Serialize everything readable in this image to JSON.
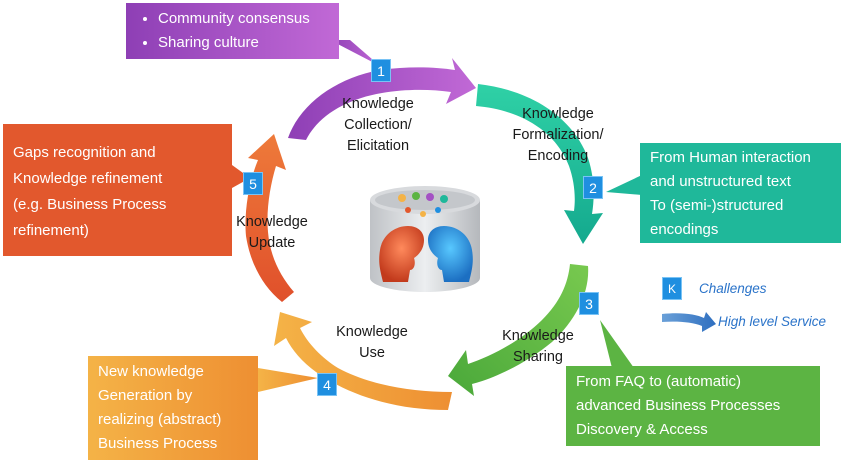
{
  "colors": {
    "purple": "#a451c4",
    "teal": "#1fb89a",
    "green": "#5cb443",
    "orange": "#ef9a3a",
    "red": "#e2582d",
    "badge": "#1f8fe0",
    "legend_text": "#2a73c9"
  },
  "callouts": {
    "purple": {
      "items": [
        "Community consensus",
        "Sharing culture"
      ]
    },
    "teal": {
      "lines": [
        "From Human interaction",
        "and unstructured text",
        "To (semi-)structured",
        "encodings"
      ]
    },
    "green": {
      "lines": [
        "From FAQ to (automatic)",
        "advanced Business Processes",
        "Discovery & Access"
      ]
    },
    "orange": {
      "lines": [
        "New knowledge",
        "Generation by",
        "realizing (abstract)",
        "Business Process"
      ]
    },
    "red": {
      "lines": [
        "Gaps recognition and",
        "Knowledge refinement",
        "(e.g. Business Process",
        "refinement)"
      ]
    }
  },
  "stages": [
    {
      "number": "1",
      "lines": [
        "Knowledge",
        "Collection/",
        "Elicitation"
      ]
    },
    {
      "number": "2",
      "lines": [
        "Knowledge",
        "Formalization/",
        "Encoding"
      ]
    },
    {
      "number": "3",
      "lines": [
        "Knowledge",
        "Sharing"
      ]
    },
    {
      "number": "4",
      "lines": [
        "Knowledge",
        "Use"
      ]
    },
    {
      "number": "5",
      "lines": [
        "Knowledge",
        "Update"
      ]
    }
  ],
  "legend": {
    "badge_letter": "K",
    "challenges": "Challenges",
    "service": "High level Service"
  },
  "center_image": "knowledge-database-heads"
}
